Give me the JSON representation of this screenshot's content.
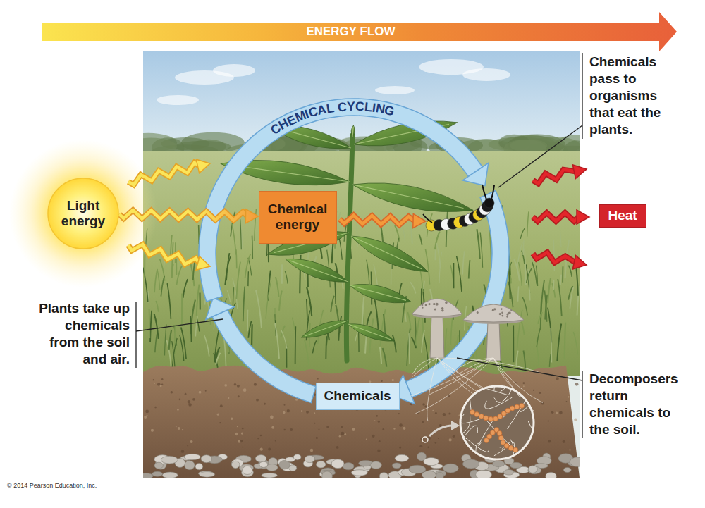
{
  "diagram": {
    "nodes": [
      {
        "text": [
          "ENERGY FLOW"
        ]
      },
      {
        "text": [
          "Light energy"
        ]
      },
      {
        "text": [
          "Chemical energy"
        ]
      },
      {
        "text": [
          "Heat"
        ]
      },
      {
        "text": [
          "Chemicals"
        ]
      }
    ],
    "edges": [
      {
        "from": 1,
        "to": 2,
        "arrow": "to"
      }
    ],
    "labels": [
      "CHEMICAL CYCLING",
      "Chemicals pass to organisms that eat the plants.",
      "Plants take up chemicals from the soil and air.",
      "Decomposers return chemicals to the soil.",
      "© 2014 Pearson Education, Inc."
    ]
  }
}
